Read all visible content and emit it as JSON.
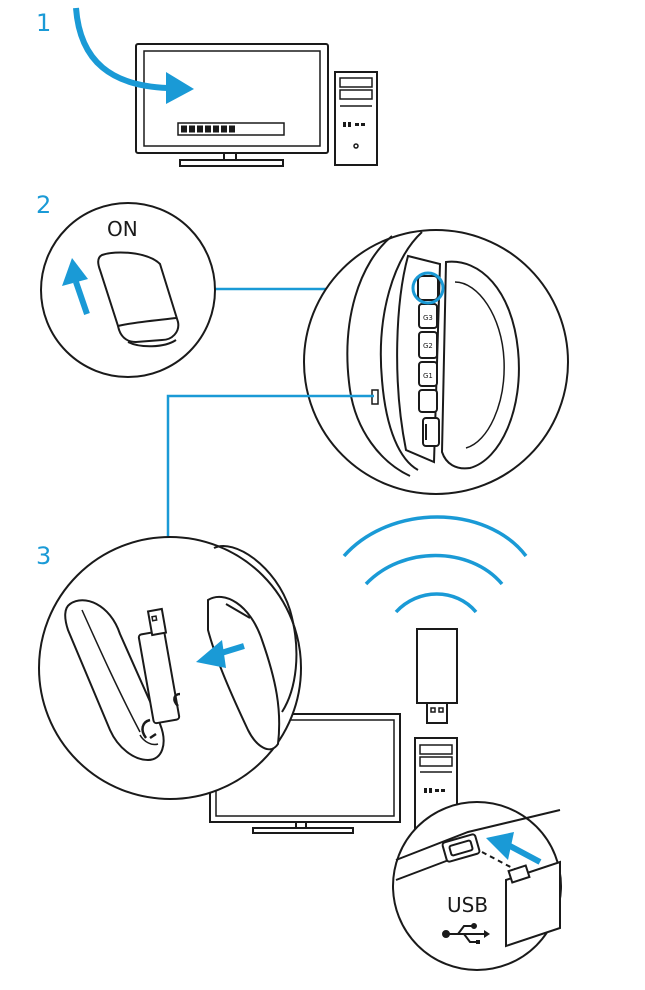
{
  "steps": [
    {
      "number": "1"
    },
    {
      "number": "2"
    },
    {
      "number": "3"
    }
  ],
  "labels": {
    "power_switch": "ON",
    "usb_port": "USB"
  },
  "headset_buttons": [
    "G3",
    "G2",
    "G1"
  ],
  "colors": {
    "accent": "#1a9ad6",
    "line": "#1a1a1a",
    "background": "#ffffff"
  },
  "icons": [
    "computer-icon",
    "power-switch-icon",
    "headset-icon",
    "usb-receiver-icon",
    "wireless-signal-icon",
    "usb-symbol-icon"
  ]
}
